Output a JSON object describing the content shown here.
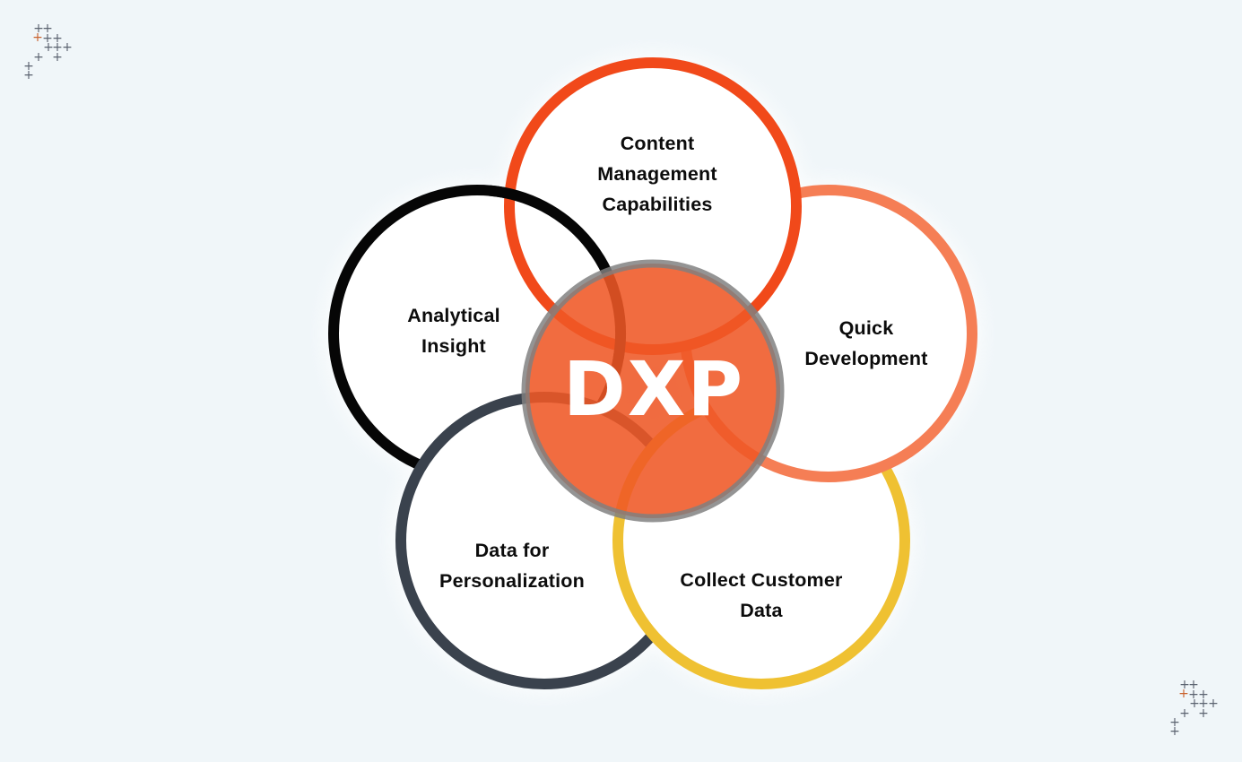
{
  "background_color": "#F0F6F9",
  "label_text_color": "#0C0C0C",
  "center_node": {
    "label": "DXP",
    "fill_color": "#EF5825",
    "border_color": "#7F7F7F",
    "text_color": "#FFFFFF"
  },
  "nodes": [
    {
      "name": "content-management-capabilities",
      "lines": [
        "Content",
        "Management",
        "Capabilities"
      ],
      "color": "#F1491A"
    },
    {
      "name": "quick-development",
      "lines": [
        "Quick",
        "Development"
      ],
      "color": "#F57E55"
    },
    {
      "name": "collect-customer-data",
      "lines": [
        "Collect Customer",
        "Data"
      ],
      "color": "#EFC132"
    },
    {
      "name": "data-for-personalization",
      "lines": [
        "Data for",
        "Personalization"
      ],
      "color": "#3A424D"
    },
    {
      "name": "analytical-insight",
      "lines": [
        "Analytical",
        "Insight"
      ],
      "color": "#060606"
    }
  ],
  "decorations": {
    "plus_glyph": "+",
    "plus_color": "#5B6370",
    "plus_accent_color": "#C9632F"
  }
}
